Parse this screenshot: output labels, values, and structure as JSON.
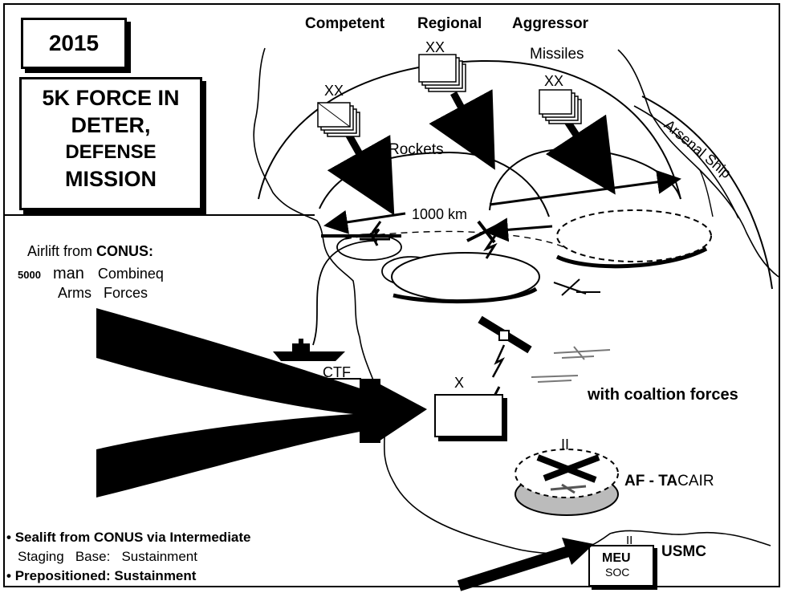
{
  "header": {
    "year": "2015",
    "mission": [
      "5K FORCE IN",
      "DETER,",
      "DEFENSE",
      "MISSION"
    ]
  },
  "threat": {
    "labels": [
      "Competent",
      "Regional",
      "Aggressor"
    ],
    "missiles": "Missiles",
    "rockets": "Rockets",
    "range": "1000 km",
    "arsenal_ship": "Arsenal Ship",
    "division_symbol": "XX"
  },
  "airlift": {
    "line1_prefix": "Airlift from",
    "line1_bold": "CONUS:",
    "line2_num": "5000",
    "line2_man": "man",
    "line2_rest": "Combineq",
    "line3": "Arms   Forces"
  },
  "ctf": {
    "label": "CTF",
    "brigade_symbol": "X"
  },
  "coalition": "with coaltion forces",
  "tacair": {
    "symbol": "II",
    "label_a": "AF - TA",
    "label_b": "CAIR"
  },
  "marines": {
    "symbol": "II",
    "unit_top": "MEU",
    "unit_bottom": "SOC",
    "label": "USMC"
  },
  "bullets": [
    {
      "bold": "Sealift from CONUS via Intermediate",
      "sub": "Staging   Base:   Sustainment"
    },
    {
      "bold": "Prepositioned:  Sustainment"
    }
  ],
  "bullet_glyph": "•"
}
